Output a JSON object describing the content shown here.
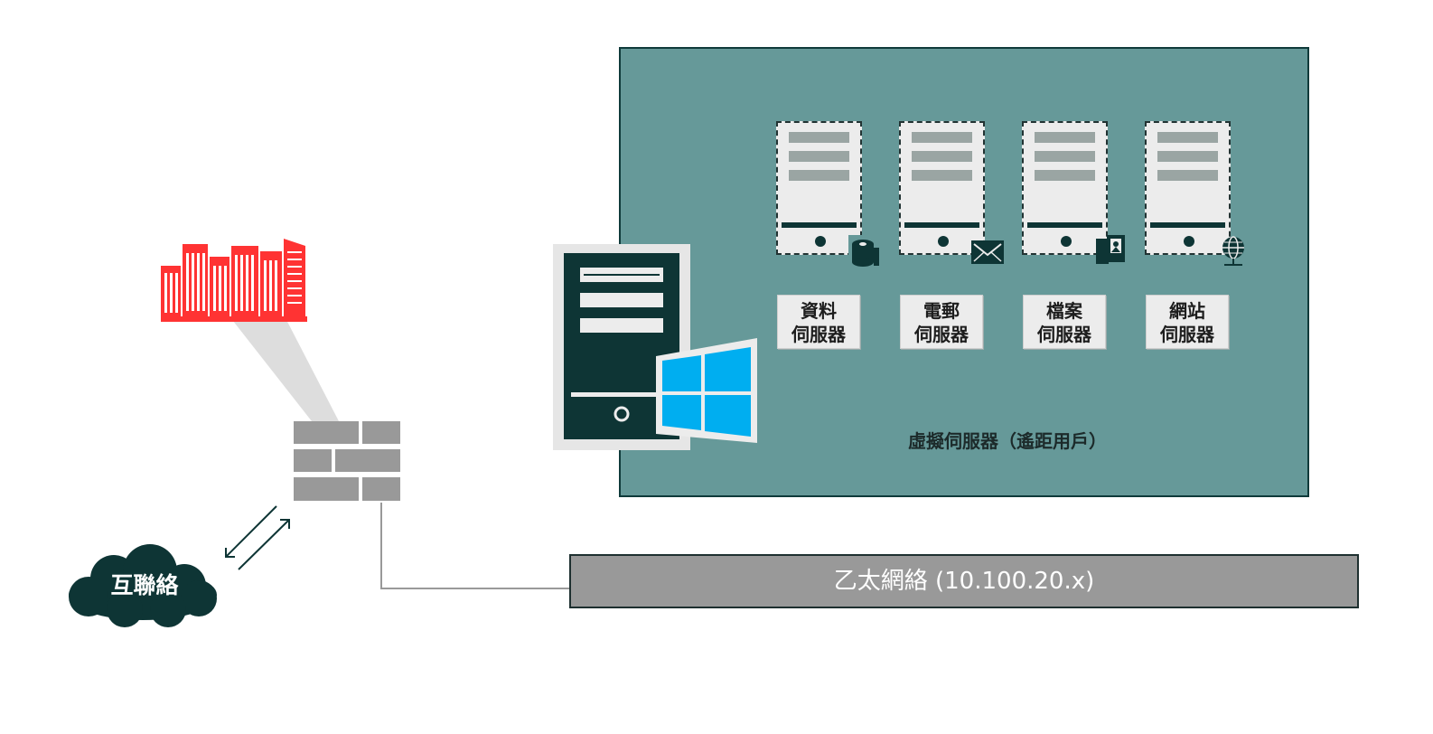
{
  "virtual_servers": [
    {
      "line1": "資料",
      "line2": "伺服器",
      "icon": "database-icon"
    },
    {
      "line1": "電郵",
      "line2": "伺服器",
      "icon": "mail-icon"
    },
    {
      "line1": "檔案",
      "line2": "伺服器",
      "icon": "file-icon"
    },
    {
      "line1": "網站",
      "line2": "伺服器",
      "icon": "globe-icon"
    }
  ],
  "bracket_caption": "虛擬伺服器（遙距用戶）",
  "ethernet_label": "乙太網絡 (10.100.20.x)",
  "internet_label": "互聯絡",
  "colors": {
    "panel": "#669999",
    "dark_teal": "#0e3535",
    "windows_blue": "#00aef0",
    "city_red": "#ff3333",
    "firewall_gray": "#999999"
  }
}
